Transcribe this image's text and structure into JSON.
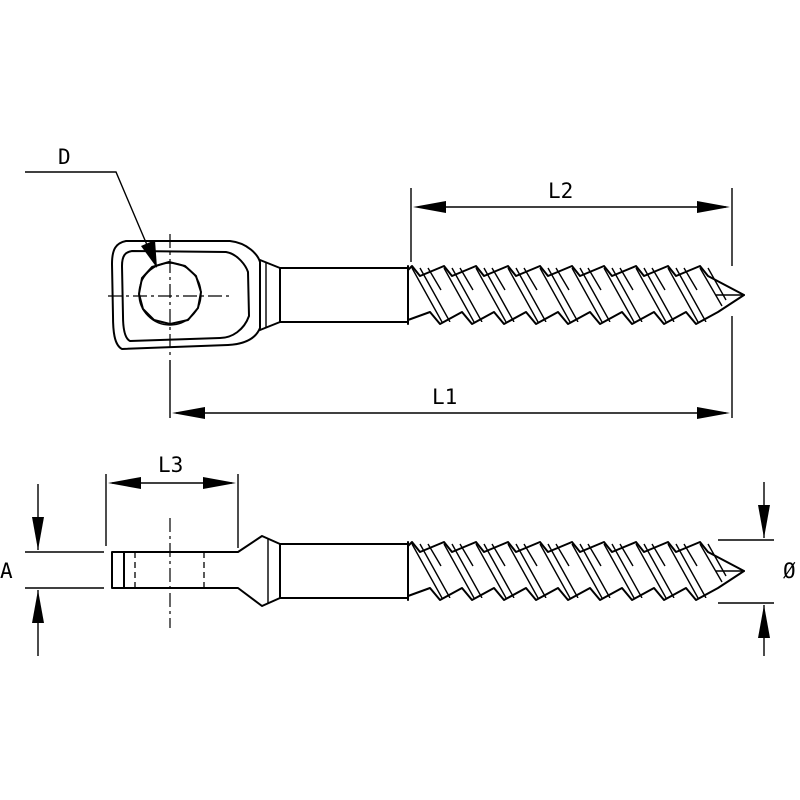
{
  "labels": {
    "d": "D",
    "l1": "L1",
    "l2": "L2",
    "l3": "L3",
    "a": "A",
    "dia": "Ø"
  }
}
